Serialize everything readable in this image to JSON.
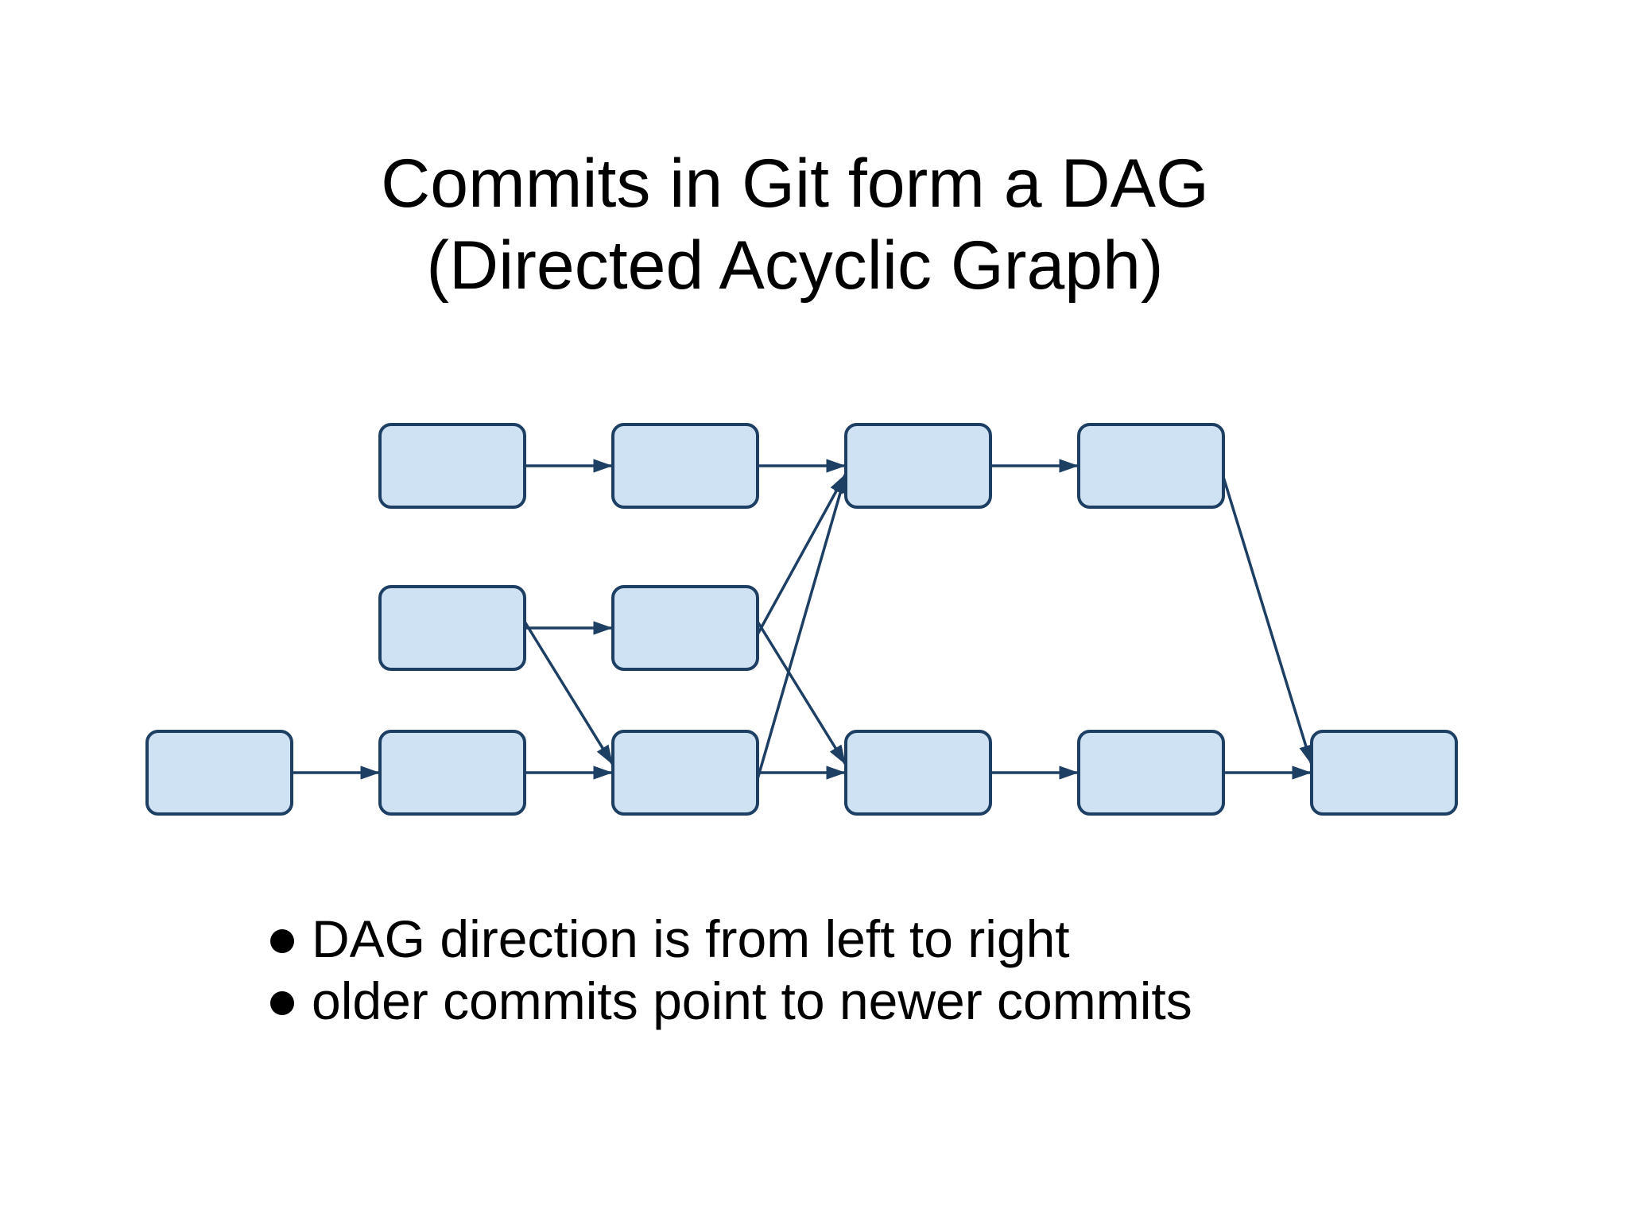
{
  "title": {
    "line1": "Commits in Git form a DAG",
    "line2": "(Directed Acyclic Graph)"
  },
  "colors": {
    "node_fill": "#cfe2f3",
    "node_stroke": "#1d3f63",
    "edge": "#1d3f63",
    "text": "#000000"
  },
  "graph": {
    "node_count": 12,
    "edges": [
      [
        "r2c0",
        "r2c1"
      ],
      [
        "r2c1",
        "r2c2"
      ],
      [
        "r2c2",
        "r2c3"
      ],
      [
        "r2c3",
        "r2c4"
      ],
      [
        "r2c4",
        "r2c5"
      ],
      [
        "r0c1",
        "r0c2"
      ],
      [
        "r0c2",
        "r0c3"
      ],
      [
        "r0c3",
        "r0c4"
      ],
      [
        "r1c1",
        "r1c2"
      ],
      [
        "r1c1",
        "r2c2"
      ],
      [
        "r1c2",
        "r0c3"
      ],
      [
        "r1c2",
        "r2c3"
      ],
      [
        "r2c2",
        "r0c3"
      ],
      [
        "r0c4",
        "r2c5"
      ]
    ]
  },
  "bullets": [
    "DAG direction is from left to right",
    "older commits point to newer commits"
  ]
}
